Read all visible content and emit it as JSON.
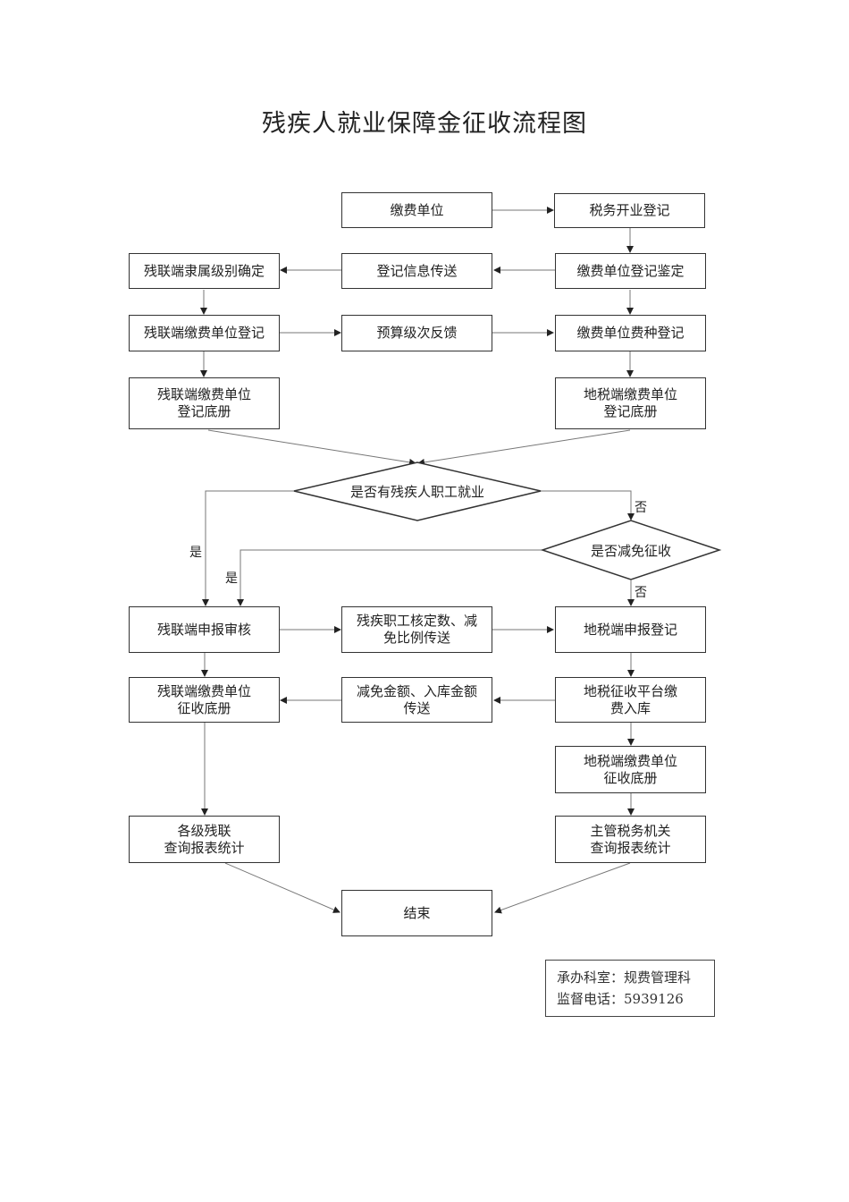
{
  "title": "残疾人就业保障金征收流程图",
  "nodes": {
    "payer_unit": "缴费单位",
    "tax_registration": "税务开业登记",
    "registration_info_transfer": "登记信息传送",
    "payer_registration_appraisal": "缴费单位登记鉴定",
    "dpf_affiliation_level": "残联端隶属级别确定",
    "dpf_payer_registration": "残联端缴费单位登记",
    "budget_level_feedback": "预算级次反馈",
    "payer_fee_type_registration": "缴费单位费种登记",
    "dpf_registration_ledger": "残联端缴费单位\n登记底册",
    "tax_registration_ledger": "地税端缴费单位\n登记底册",
    "decision_disabled_employment": "是否有残疾人职工就业",
    "decision_reduction": "是否减免征收",
    "dpf_declaration_review": "残联端申报审核",
    "employee_ratio_transfer": "残疾职工核定数、减\n免比例传送",
    "tax_declaration_registration": "地税端申报登记",
    "dpf_collection_ledger": "残联端缴费单位\n征收底册",
    "amount_transfer": "减免金额、入库金额\n传送",
    "tax_platform_payment": "地税征收平台缴\n费入库",
    "tax_collection_ledger": "地税端缴费单位\n征收底册",
    "dpf_query_stats": "各级残联\n查询报表统计",
    "tax_authority_query_stats": "主管税务机关\n查询报表统计",
    "end": "结束"
  },
  "edge_labels": {
    "yes_1": "是",
    "yes_2": "是",
    "no_1": "否",
    "no_2": "否"
  },
  "footer": {
    "department": "承办科室：规费管理科",
    "phone": "监督电话：5939126"
  }
}
